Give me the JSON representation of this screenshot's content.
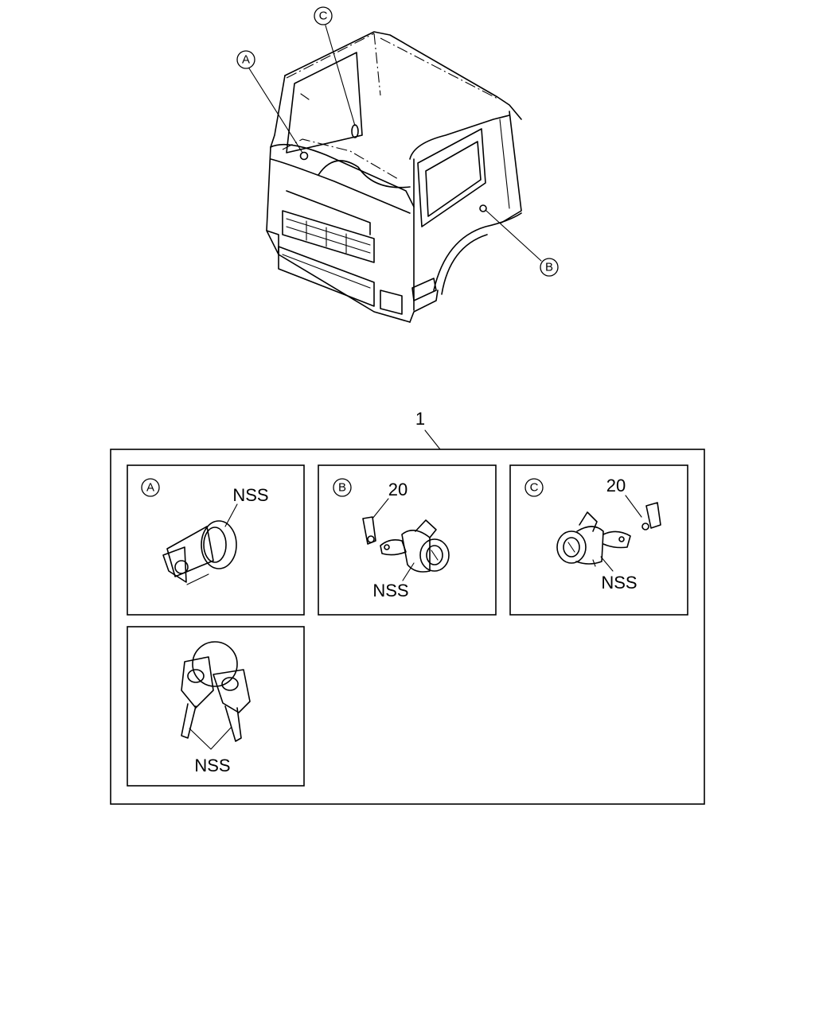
{
  "cab_callouts": {
    "a": "A",
    "b": "B",
    "c": "C"
  },
  "assembly_ref": "1",
  "panels": {
    "a": {
      "letter": "A",
      "label": "NSS"
    },
    "b": {
      "letter": "B",
      "ref": "20",
      "label": "NSS"
    },
    "c": {
      "letter": "C",
      "ref": "20",
      "label": "NSS"
    },
    "keys": {
      "label": "NSS"
    }
  }
}
